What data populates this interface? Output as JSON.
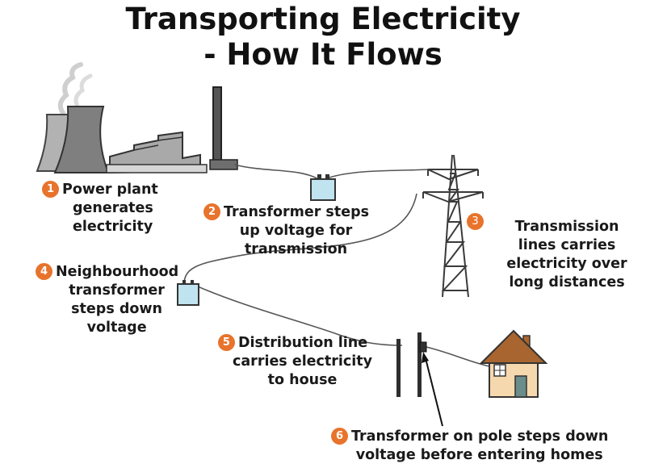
{
  "title": {
    "line1": "Transporting Electricity",
    "line2": "- How It Flows"
  },
  "colors": {
    "badge": "#e8732c",
    "tower": "#3a3a3a",
    "plant": "#9a9a9a",
    "transformer": "#bfe3ef",
    "house_wall": "#f6d8ae",
    "roof": "#a8652f",
    "wire": "#555555"
  },
  "steps": [
    {
      "number": "1",
      "lines": [
        "Power plant",
        "generates",
        "electricity"
      ]
    },
    {
      "number": "2",
      "lines": [
        "Transformer steps",
        "up voltage for",
        "transmission"
      ]
    },
    {
      "number": "3",
      "lines": [
        "Transmission",
        "lines carries",
        "electricity over",
        "long distances"
      ]
    },
    {
      "number": "4",
      "lines": [
        "Neighbourhood",
        "transformer",
        "steps down",
        "voltage"
      ]
    },
    {
      "number": "5",
      "lines": [
        "Distribution line",
        "carries electricity",
        "to house"
      ]
    },
    {
      "number": "6",
      "lines": [
        "Transformer on pole steps down",
        "voltage before entering homes"
      ]
    }
  ]
}
